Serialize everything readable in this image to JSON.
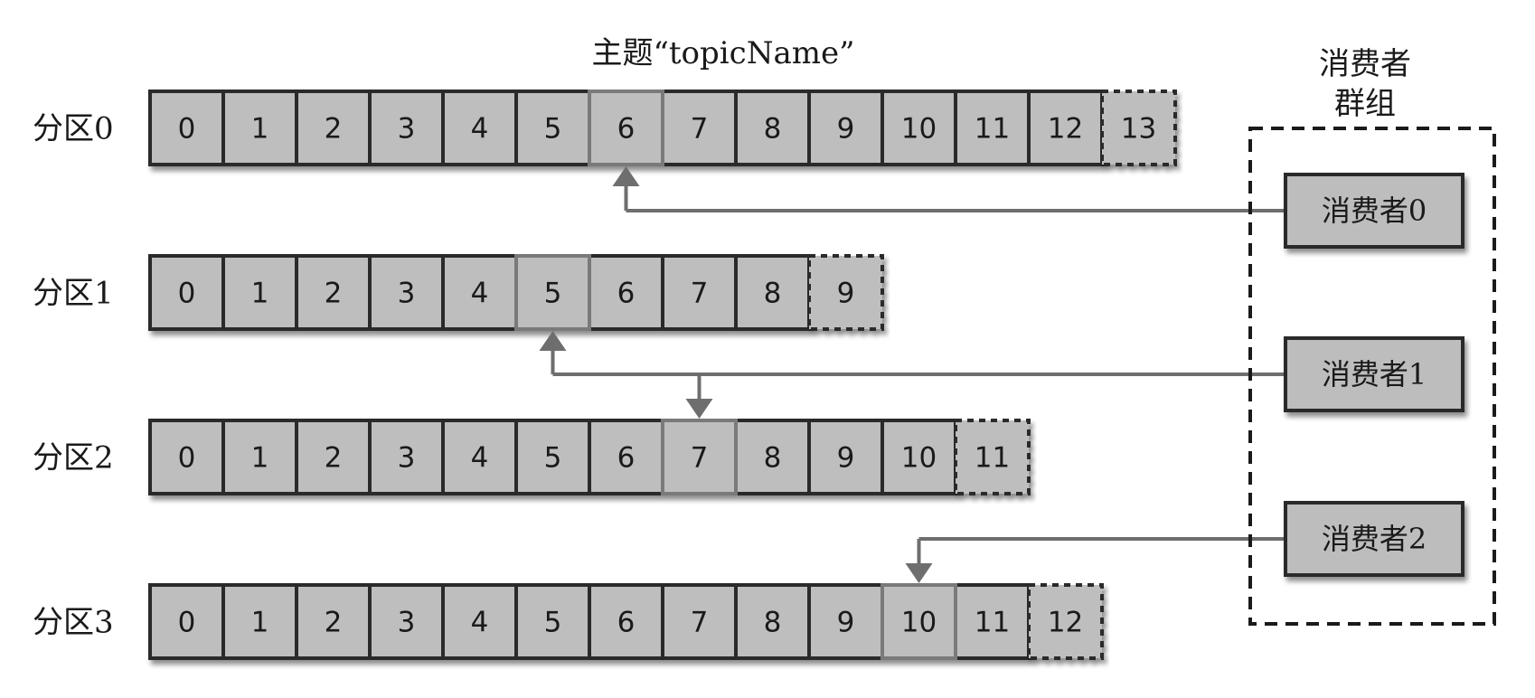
{
  "title": "主题“topicName”",
  "group": {
    "label_line1": "消费者",
    "label_line2": "群组"
  },
  "partitions": [
    {
      "label": "分区0",
      "offsets": [
        "0",
        "1",
        "2",
        "3",
        "4",
        "5",
        "6",
        "7",
        "8",
        "9",
        "10",
        "11",
        "12",
        "13"
      ],
      "highlight": 6
    },
    {
      "label": "分区1",
      "offsets": [
        "0",
        "1",
        "2",
        "3",
        "4",
        "5",
        "6",
        "7",
        "8",
        "9"
      ],
      "highlight": 5
    },
    {
      "label": "分区2",
      "offsets": [
        "0",
        "1",
        "2",
        "3",
        "4",
        "5",
        "6",
        "7",
        "8",
        "9",
        "10",
        "11"
      ],
      "highlight": 7
    },
    {
      "label": "分区3",
      "offsets": [
        "0",
        "1",
        "2",
        "3",
        "4",
        "5",
        "6",
        "7",
        "8",
        "9",
        "10",
        "11",
        "12"
      ],
      "highlight": 10
    }
  ],
  "consumers": [
    {
      "label": "消费者0",
      "targets": [
        0
      ]
    },
    {
      "label": "消费者1",
      "targets": [
        1,
        2
      ]
    },
    {
      "label": "消费者2",
      "targets": [
        3
      ]
    }
  ],
  "colors": {
    "cell_fill": "#bebebe",
    "cell_stroke": "#2a2a2a",
    "highlight_stroke": "#7a7a7a",
    "arrow": "#6e6e6e",
    "consumer_fill": "#bdbdbd"
  }
}
